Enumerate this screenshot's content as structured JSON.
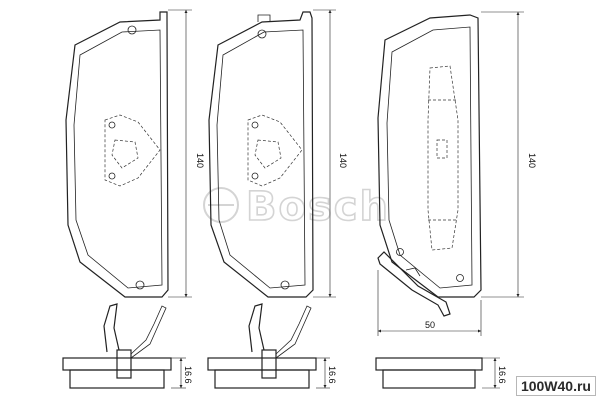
{
  "brand": {
    "name": "Bosch"
  },
  "dimensions": {
    "height_1": "140",
    "height_2": "140",
    "height_3": "140",
    "width": "50",
    "thickness_1": "16.6",
    "thickness_2": "16.6",
    "thickness_3": "16.6"
  },
  "watermark": {
    "text": "100W40.ru"
  }
}
